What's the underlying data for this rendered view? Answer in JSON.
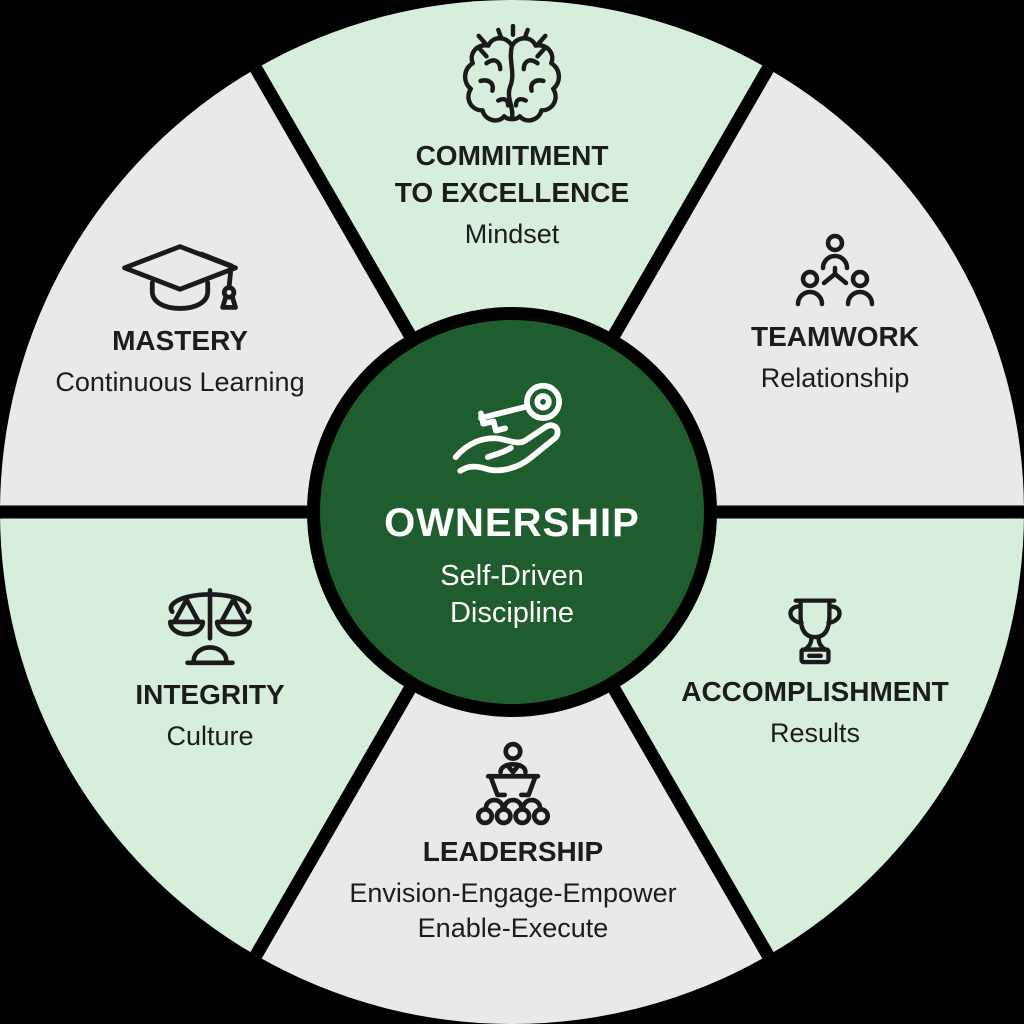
{
  "colors": {
    "background": "#000000",
    "dark_green": "#1f5c2e",
    "light_green": "#d7eedd",
    "light_gray": "#e9e9e9",
    "divider": "#000000",
    "icon_dark": "#1a1a1a",
    "icon_light": "#ffffff",
    "text_dark": "#1c1c1c",
    "text_light": "#ffffff"
  },
  "center": {
    "icon": "key-in-hand-icon",
    "title": "OWNERSHIP",
    "subtitle_line1": "Self-Driven",
    "subtitle_line2": "Discipline"
  },
  "segments": [
    {
      "id": "commitment-to-excellence",
      "position": "top",
      "icon": "brain-icon",
      "title_line1": "COMMITMENT",
      "title_line2": "TO EXCELLENCE",
      "subtitle": "Mindset"
    },
    {
      "id": "teamwork",
      "position": "upper-right",
      "icon": "team-icon",
      "title": "TEAMWORK",
      "subtitle": "Relationship"
    },
    {
      "id": "accomplishment",
      "position": "lower-right",
      "icon": "trophy-icon",
      "title": "ACCOMPLISHMENT",
      "subtitle": "Results"
    },
    {
      "id": "leadership",
      "position": "bottom",
      "icon": "podium-icon",
      "title": "LEADERSHIP",
      "subtitle_line1": "Envision-Engage-Empower",
      "subtitle_line2": "Enable-Execute"
    },
    {
      "id": "integrity",
      "position": "lower-left",
      "icon": "scales-icon",
      "title": "INTEGRITY",
      "subtitle": "Culture"
    },
    {
      "id": "mastery",
      "position": "upper-left",
      "icon": "graduation-cap-icon",
      "title": "MASTERY",
      "subtitle": "Continuous Learning"
    }
  ]
}
